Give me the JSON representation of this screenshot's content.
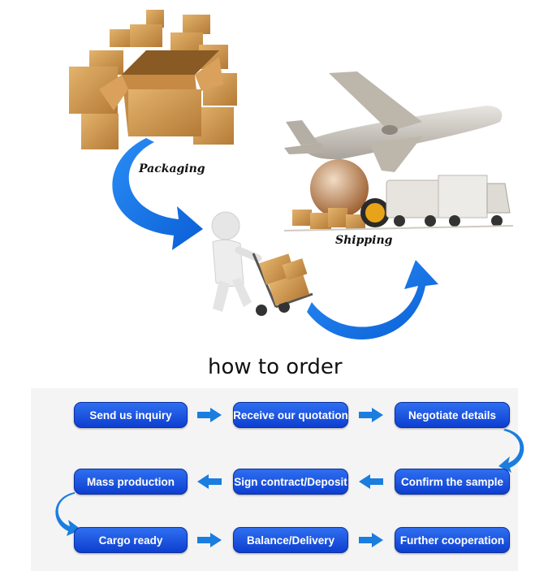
{
  "illustration": {
    "packaging_label": "Packaging",
    "shipping_label": "Shipping"
  },
  "title": "how to order",
  "steps": {
    "row1": [
      "Send us inquiry",
      "Receive our quotation",
      "Negotiate details"
    ],
    "row2": [
      "Mass production",
      "Sign contract/Deposit",
      "Confirm the sample"
    ],
    "row3": [
      "Cargo ready",
      "Balance/Delivery",
      "Further cooperation"
    ]
  },
  "colors": {
    "button": "#1a4fe0",
    "arrow": "#1a7de0"
  }
}
